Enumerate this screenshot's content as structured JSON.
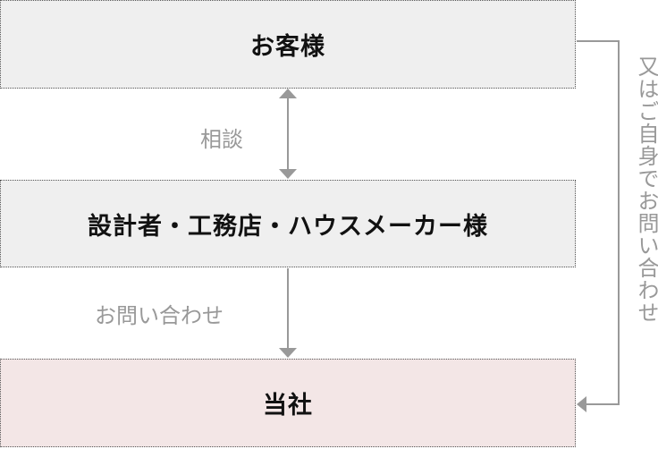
{
  "boxes": {
    "customer": "お客様",
    "builder": "設計者・工務店・ハウスメーカー様",
    "company": "当社"
  },
  "labels": {
    "consult": "相談",
    "inquiry": "お問い合わせ",
    "direct_inquiry": "又はご自身でお問い合わせ"
  },
  "colors": {
    "box_gray": "#efefef",
    "box_pink": "#f3e6e6",
    "arrow": "#999999",
    "label_text": "#999999"
  }
}
